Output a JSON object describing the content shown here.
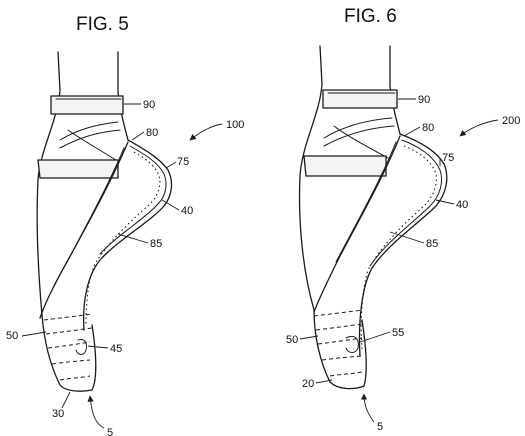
{
  "figures": [
    {
      "title": "FIG. 5",
      "ref": "100",
      "labels": {
        "strap": "90",
        "heel_top": "80",
        "rear": "75",
        "heel": "40",
        "sole": "85",
        "vamp": "50",
        "insert": "45",
        "tip": "30",
        "arrow": "5"
      }
    },
    {
      "title": "FIG. 6",
      "ref": "200",
      "labels": {
        "strap": "90",
        "heel_top": "80",
        "rear": "75",
        "heel": "40",
        "sole": "85",
        "vamp": "50",
        "insert": "55",
        "tip": "20",
        "arrow": "5"
      }
    }
  ]
}
